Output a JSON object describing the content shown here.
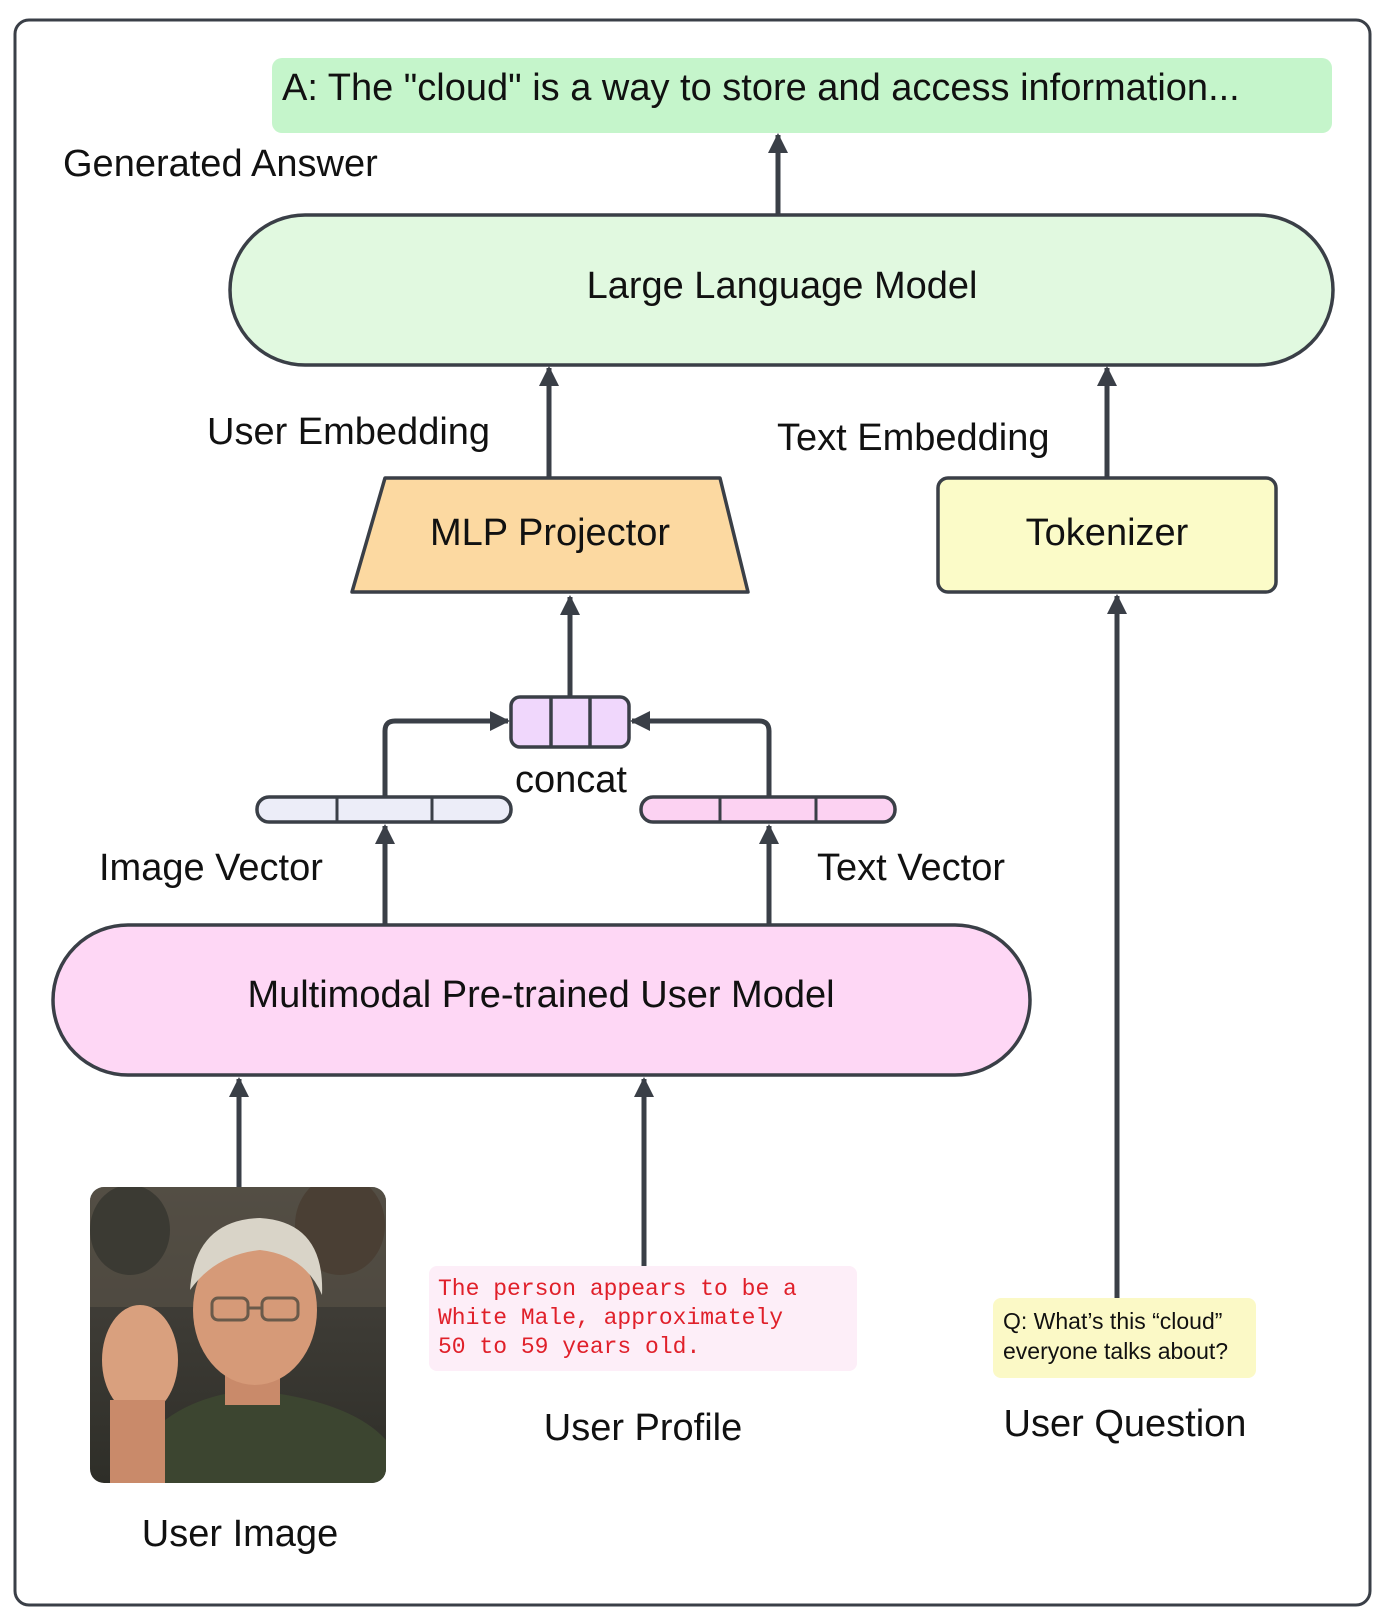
{
  "answer": {
    "text": "A: The \"cloud\" is a way to store and access information..."
  },
  "labels": {
    "generated_answer": "Generated Answer",
    "user_embedding": "User Embedding",
    "text_embedding": "Text Embedding",
    "concat": "concat",
    "image_vector": "Image Vector",
    "text_vector": "Text Vector",
    "user_image": "User Image",
    "user_profile": "User Profile",
    "user_question": "User Question"
  },
  "nodes": {
    "llm": "Large Language Model",
    "mlp": "MLP Projector",
    "tokenizer": "Tokenizer",
    "user_model": "Multimodal Pre-trained User Model"
  },
  "profile": {
    "lines": [
      "The person appears to be a",
      "White Male, approximately",
      "50 to 59 years old."
    ]
  },
  "question": {
    "lines": [
      "Q: What’s this “cloud”",
      "everyone talks about?"
    ]
  },
  "colors": {
    "answer_bg": "#c5f5cb",
    "llm_fill": "#e1f9e0",
    "mlp_fill": "#fcd9a1",
    "tokenizer_fill": "#fbfbc8",
    "user_model_fill": "#fed7f5",
    "concat_fill": "#f0d7fc",
    "image_vector_fill": "#ecedf8",
    "text_vector_fill": "#fcd2f2",
    "profile_bg": "#fdeef8",
    "profile_text": "#e0202a",
    "question_bg": "#fbf9c6",
    "question_text": "#cc22aa",
    "line": "#3a3f47"
  },
  "photo": {
    "icon": "user-photo-icon"
  }
}
